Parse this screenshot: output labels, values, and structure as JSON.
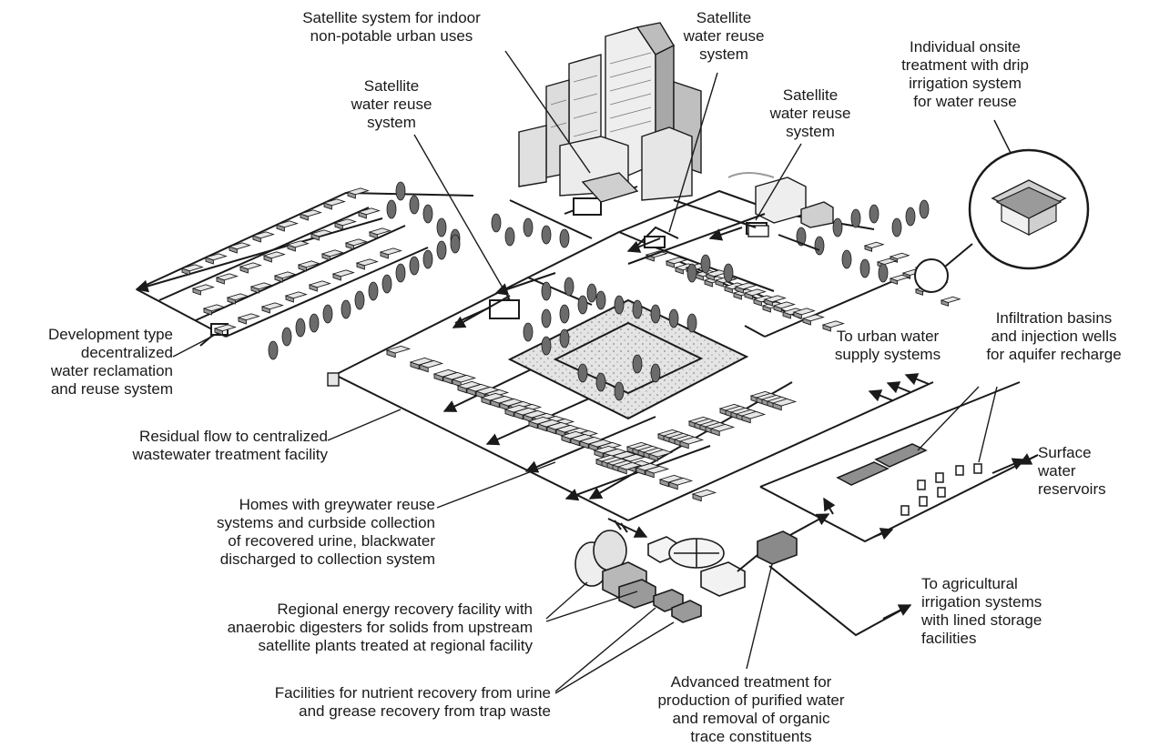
{
  "labels": {
    "satellite_indoor": [
      "Satellite system for indoor",
      "non-potable urban uses"
    ],
    "satellite_top": [
      "Satellite",
      "water reuse",
      "system"
    ],
    "satellite_left": [
      "Satellite",
      "water reuse",
      "system"
    ],
    "satellite_right": [
      "Satellite",
      "water reuse",
      "system"
    ],
    "individual_onsite": [
      "Individual onsite",
      "treatment with drip",
      "irrigation system",
      "for water reuse"
    ],
    "development_type": [
      "Development type",
      "decentralized",
      "water reclamation",
      "and reuse system"
    ],
    "residual_flow": [
      "Residual flow to centralized",
      "wastewater treatment facility"
    ],
    "homes_greywater": [
      "Homes with greywater reuse",
      "systems and curbside collection",
      "of recovered urine, blackwater",
      "discharged to collection system"
    ],
    "regional_energy": [
      "Regional energy recovery facility with",
      "anaerobic digesters for solids from upstream",
      "satellite plants treated at regional facility"
    ],
    "nutrient_recovery": [
      "Facilities for nutrient recovery from urine",
      "and grease recovery from trap waste"
    ],
    "advanced_treatment": [
      "Advanced treatment for",
      "production of purified water",
      "and removal of organic",
      "trace constituents"
    ],
    "urban_supply": [
      "To urban water",
      "supply systems"
    ],
    "infiltration": [
      "Infiltration basins",
      "and injection wells",
      "for aquifer recharge"
    ],
    "surface_water": [
      "Surface",
      "water",
      "reservoirs"
    ],
    "agricultural": [
      "To agricultural",
      "irrigation systems",
      "with lined storage",
      "facilities"
    ]
  },
  "colors": {
    "line": "#1a1a1a",
    "building_fill": "#e6e6e6",
    "building_shade": "#9a9a9a",
    "park_fill": "#d9d9d9",
    "tree": "#6b6b6b"
  }
}
